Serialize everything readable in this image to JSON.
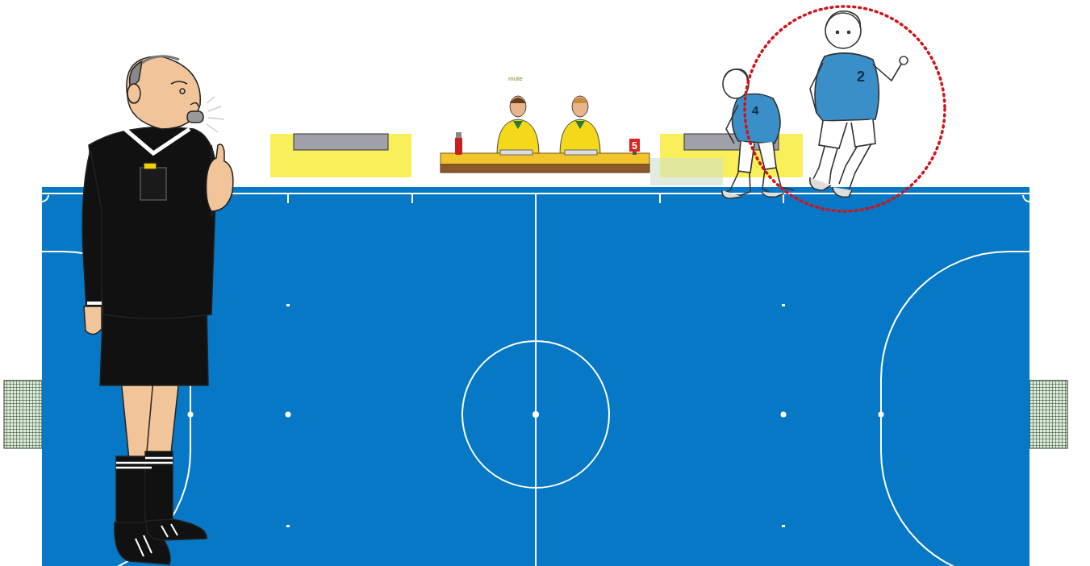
{
  "diagram": {
    "labels": [
      "mute",
      "5",
      "4",
      "2"
    ]
  }
}
